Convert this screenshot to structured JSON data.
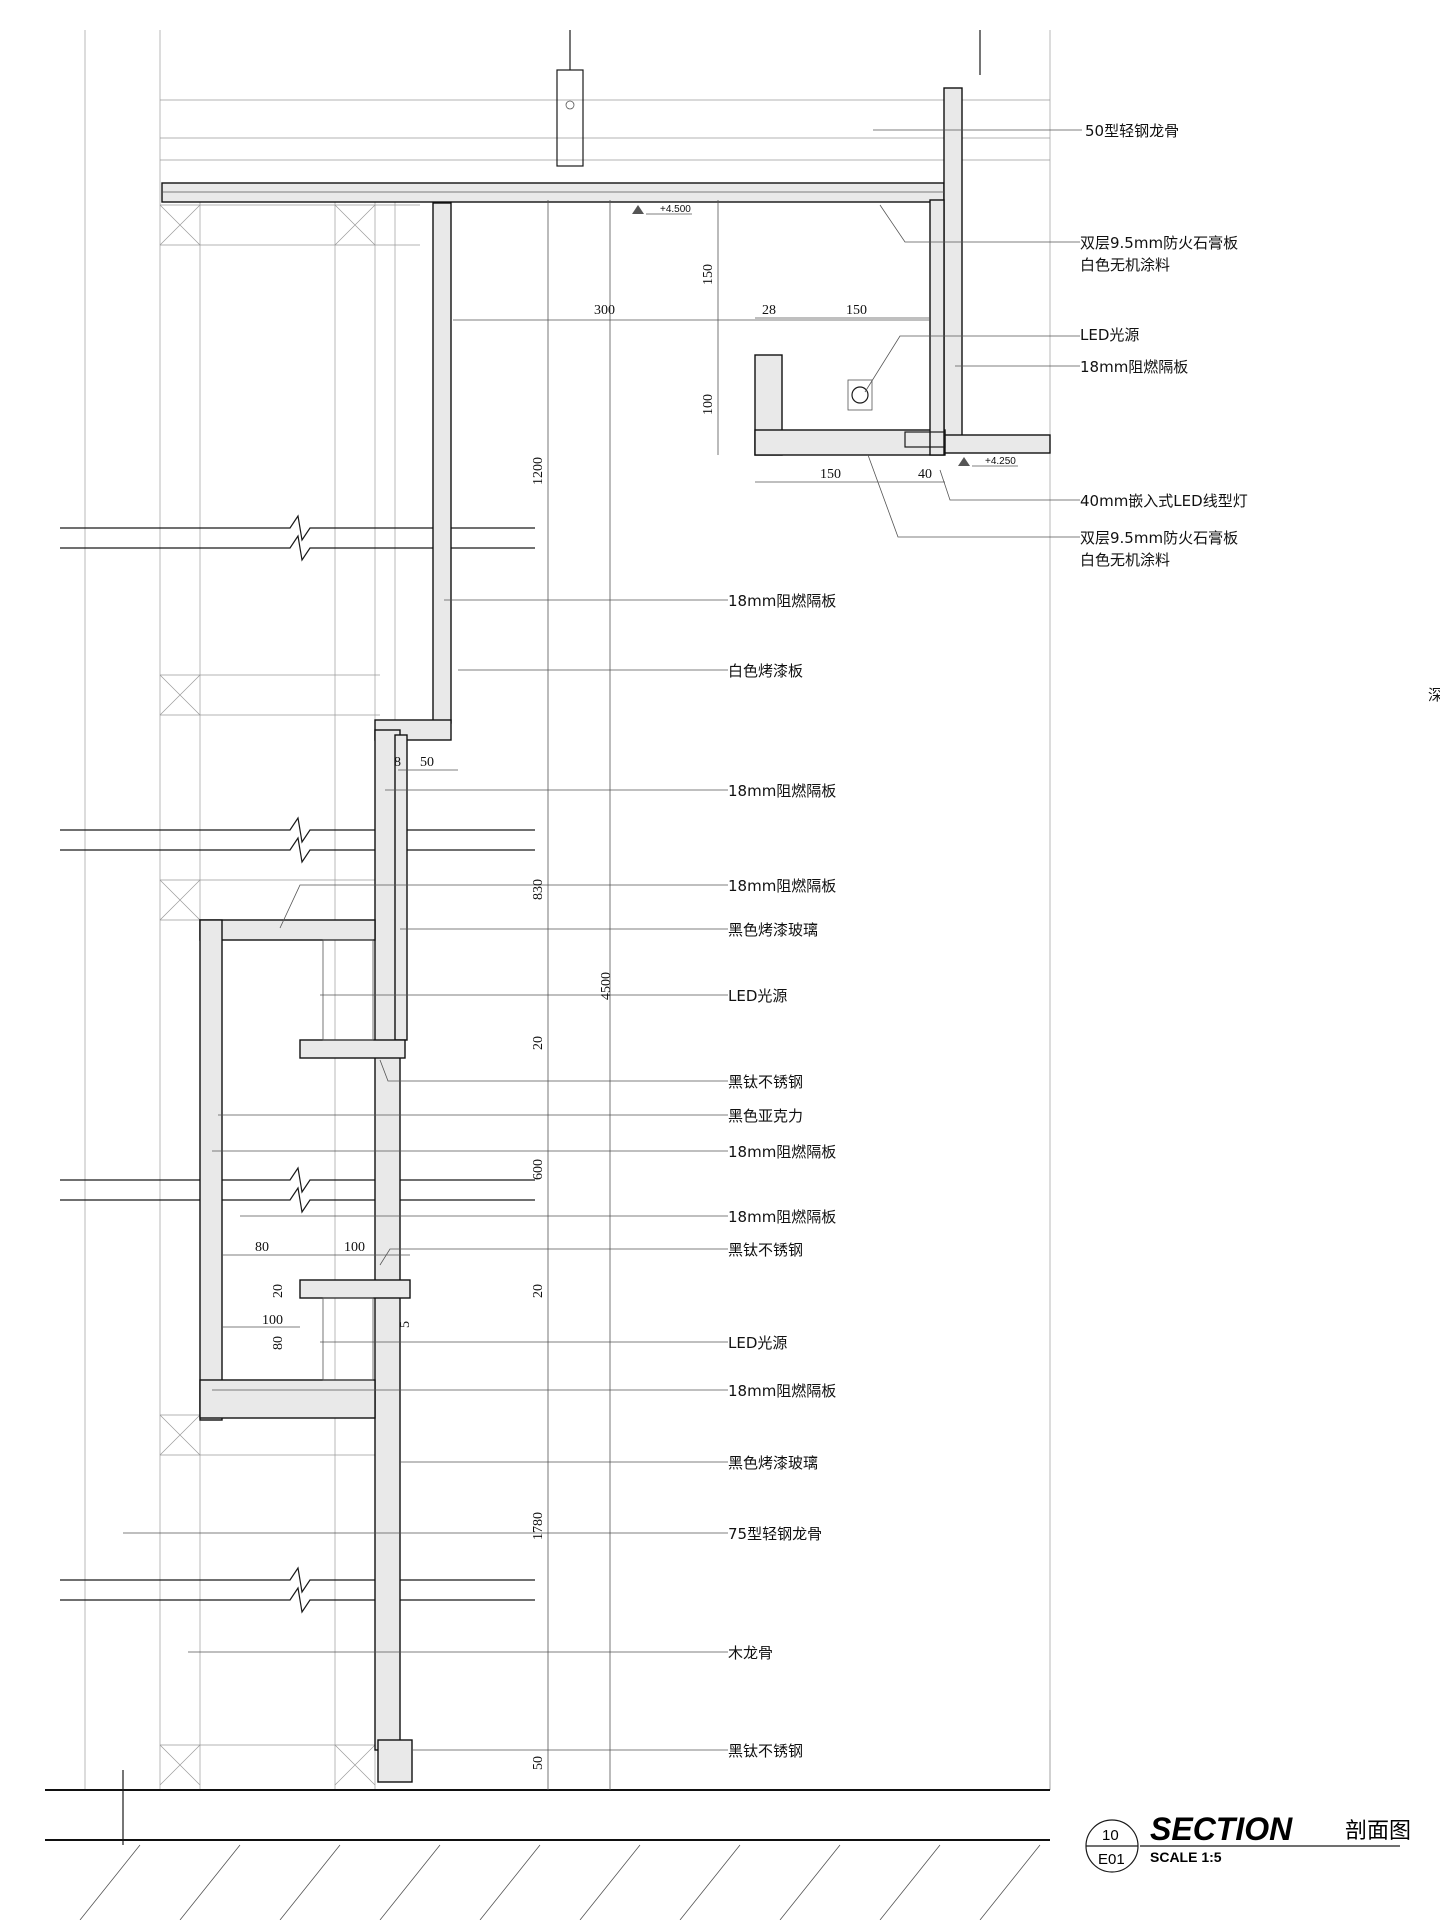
{
  "drawing": {
    "callouts": [
      {
        "id": "c1",
        "text": "50型轻钢龙骨"
      },
      {
        "id": "c2",
        "text": "双层9.5mm防火石膏板",
        "text2": "白色无机涂料"
      },
      {
        "id": "c3",
        "text": "LED光源"
      },
      {
        "id": "c4",
        "text": "18mm阻燃隔板"
      },
      {
        "id": "c5",
        "text": "40mm嵌入式LED线型灯"
      },
      {
        "id": "c6",
        "text": "双层9.5mm防火石膏板",
        "text2": "白色无机涂料"
      },
      {
        "id": "c7",
        "text": "18mm阻燃隔板"
      },
      {
        "id": "c8",
        "text": "白色烤漆板"
      },
      {
        "id": "c9",
        "text": "18mm阻燃隔板"
      },
      {
        "id": "c10",
        "text": "18mm阻燃隔板"
      },
      {
        "id": "c11",
        "text": "黑色烤漆玻璃"
      },
      {
        "id": "c12",
        "text": "LED光源"
      },
      {
        "id": "c13",
        "text": "黑钛不锈钢"
      },
      {
        "id": "c14",
        "text": "黑色亚克力"
      },
      {
        "id": "c15",
        "text": "18mm阻燃隔板"
      },
      {
        "id": "c16",
        "text": "18mm阻燃隔板"
      },
      {
        "id": "c17",
        "text": "黑钛不锈钢"
      },
      {
        "id": "c18",
        "text": "LED光源"
      },
      {
        "id": "c19",
        "text": "18mm阻燃隔板"
      },
      {
        "id": "c20",
        "text": "黑色烤漆玻璃"
      },
      {
        "id": "c21",
        "text": "75型轻钢龙骨"
      },
      {
        "id": "c22",
        "text": "木龙骨"
      },
      {
        "id": "c23",
        "text": "黑钛不锈钢"
      }
    ],
    "dimensions": {
      "d4500": "4500",
      "d1200": "1200",
      "d830": "830",
      "d20a": "20",
      "d600": "600",
      "d20b": "20",
      "d1780": "1780",
      "d50v": "50",
      "d300": "300",
      "d150v": "150",
      "d28": "28",
      "d150a": "150",
      "d100v": "100",
      "d150b": "150",
      "d40": "40",
      "d8": "8",
      "d50h": "50",
      "d80a": "80",
      "d100a": "100",
      "d20c": "20",
      "d100b": "100",
      "d80b": "80",
      "d5": "5"
    },
    "levels": {
      "top": "+4.500",
      "lower": "+4.250"
    },
    "edge_glyph": "深",
    "title": {
      "number": "10",
      "sheet": "E01",
      "heading": "SECTION",
      "scale": "SCALE  1:5",
      "chinese": "剖面图"
    }
  }
}
